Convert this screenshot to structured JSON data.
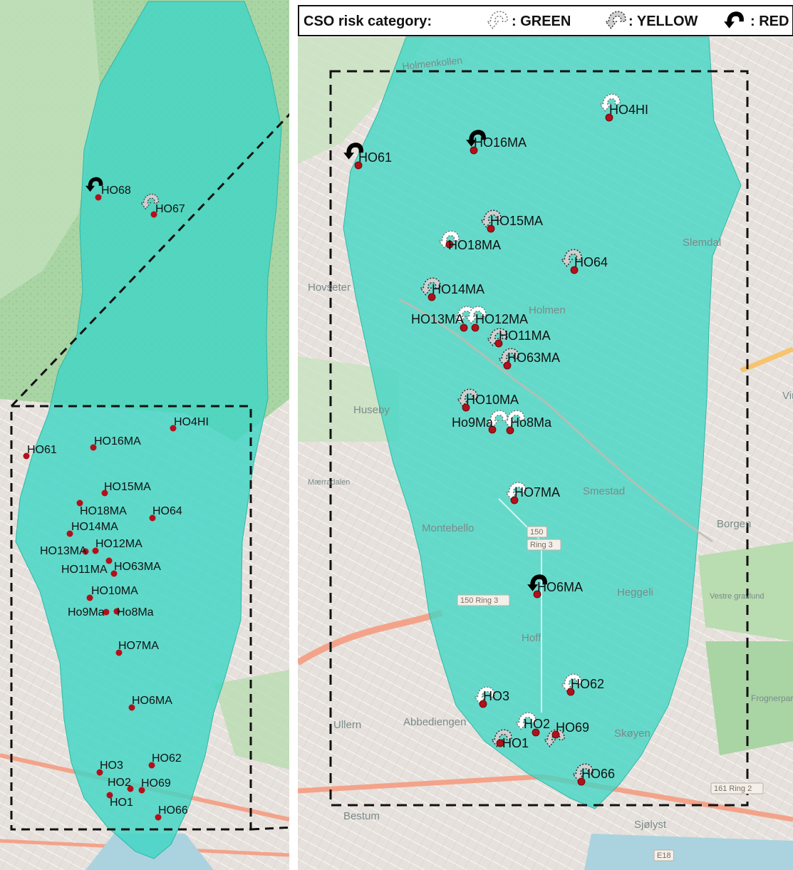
{
  "legend": {
    "title": "CSO risk category:",
    "green": ": GREEN",
    "yellow": ": YELLOW",
    "red": ": RED"
  },
  "colors": {
    "catchment": "#40d6c4",
    "point": "#b3101a",
    "green_icon": "#ffffff",
    "yellow_icon": "#c8c8c8",
    "red_icon": "#000000"
  },
  "overview_stations": [
    {
      "id": "HO68",
      "label": "HO68",
      "risk": "red"
    },
    {
      "id": "HO67",
      "label": "HO67",
      "risk": "yellow"
    },
    {
      "id": "HO4HI",
      "label": "HO4HI"
    },
    {
      "id": "HO16MA",
      "label": "HO16MA"
    },
    {
      "id": "HO61",
      "label": "HO61"
    },
    {
      "id": "HO15MA",
      "label": "HO15MA"
    },
    {
      "id": "HO18MA",
      "label": "HO18MA"
    },
    {
      "id": "HO64",
      "label": "HO64"
    },
    {
      "id": "HO14MA",
      "label": "HO14MA"
    },
    {
      "id": "HO13MA",
      "label": "HO13MA"
    },
    {
      "id": "HO12MA",
      "label": "HO12MA"
    },
    {
      "id": "HO11MA",
      "label": "HO11MA"
    },
    {
      "id": "HO63MA",
      "label": "HO63MA"
    },
    {
      "id": "HO10MA",
      "label": "HO10MA"
    },
    {
      "id": "Ho9Ma",
      "label": "Ho9Ma"
    },
    {
      "id": "Ho8Ma",
      "label": "Ho8Ma"
    },
    {
      "id": "HO7MA",
      "label": "HO7MA"
    },
    {
      "id": "HO6MA",
      "label": "HO6MA"
    },
    {
      "id": "HO3",
      "label": "HO3"
    },
    {
      "id": "HO62",
      "label": "HO62"
    },
    {
      "id": "HO2",
      "label": "HO2"
    },
    {
      "id": "HO69",
      "label": "HO69"
    },
    {
      "id": "HO1",
      "label": "HO1"
    },
    {
      "id": "HO66",
      "label": "HO66"
    }
  ],
  "detail_stations": [
    {
      "id": "HO4HI",
      "label": "HO4HI",
      "risk": "green"
    },
    {
      "id": "HO16MA",
      "label": "HO16MA",
      "risk": "red"
    },
    {
      "id": "HO61",
      "label": "HO61",
      "risk": "red"
    },
    {
      "id": "HO15MA",
      "label": "HO15MA",
      "risk": "yellow"
    },
    {
      "id": "HO18MA",
      "label": "HO18MA",
      "risk": "green"
    },
    {
      "id": "HO64",
      "label": "HO64",
      "risk": "yellow"
    },
    {
      "id": "HO14MA",
      "label": "HO14MA",
      "risk": "yellow"
    },
    {
      "id": "HO13MA",
      "label": "HO13MA",
      "risk": "green"
    },
    {
      "id": "HO12MA",
      "label": "HO12MA",
      "risk": "green"
    },
    {
      "id": "HO11MA",
      "label": "HO11MA",
      "risk": "yellow"
    },
    {
      "id": "HO63MA",
      "label": "HO63MA",
      "risk": "yellow"
    },
    {
      "id": "HO10MA",
      "label": "HO10MA",
      "risk": "yellow"
    },
    {
      "id": "Ho9Ma",
      "label": "Ho9Ma",
      "risk": "green"
    },
    {
      "id": "Ho8Ma",
      "label": "Ho8Ma",
      "risk": "green"
    },
    {
      "id": "HO7MA",
      "label": "HO7MA",
      "risk": "green"
    },
    {
      "id": "HO6MA",
      "label": "HO6MA",
      "risk": "red"
    },
    {
      "id": "HO62",
      "label": "HO62",
      "risk": "green"
    },
    {
      "id": "HO3",
      "label": "HO3",
      "risk": "green"
    },
    {
      "id": "HO2",
      "label": "HO2",
      "risk": "green"
    },
    {
      "id": "HO69",
      "label": "HO69",
      "risk": "yellow"
    },
    {
      "id": "HO1",
      "label": "HO1",
      "risk": "yellow"
    },
    {
      "id": "HO66",
      "label": "HO66",
      "risk": "yellow"
    }
  ],
  "place_labels": [
    {
      "name": "Holmenkollen"
    },
    {
      "name": "Slemdal"
    },
    {
      "name": "Hovseter"
    },
    {
      "name": "Holmen"
    },
    {
      "name": "Huseby"
    },
    {
      "name": "Vinderen"
    },
    {
      "name": "Smestad"
    },
    {
      "name": "Montebello"
    },
    {
      "name": "Borgen"
    },
    {
      "name": "Heggeli"
    },
    {
      "name": "Hoff"
    },
    {
      "name": "Ullern"
    },
    {
      "name": "Abbediengen"
    },
    {
      "name": "Skøyen"
    },
    {
      "name": "Bestum"
    },
    {
      "name": "Sjølyst"
    },
    {
      "name": "Frognerparken"
    },
    {
      "name": "Vestre gravlund"
    },
    {
      "name": "Mærradalen"
    }
  ],
  "road_shields": [
    {
      "text": "150"
    },
    {
      "text": "Ring 3"
    },
    {
      "text": "150 Ring 3"
    },
    {
      "text": "161 Ring 2"
    },
    {
      "text": "E18"
    }
  ]
}
